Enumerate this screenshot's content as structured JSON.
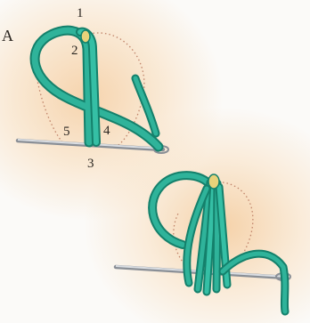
{
  "figure": {
    "panel_label": "A",
    "steps": [
      "1",
      "2",
      "3",
      "4",
      "5"
    ],
    "colors": {
      "thread": "#2fb39a",
      "thread_dark": "#14806b",
      "needle": "#b8bcc2",
      "background_glow": "#f4c896"
    }
  }
}
